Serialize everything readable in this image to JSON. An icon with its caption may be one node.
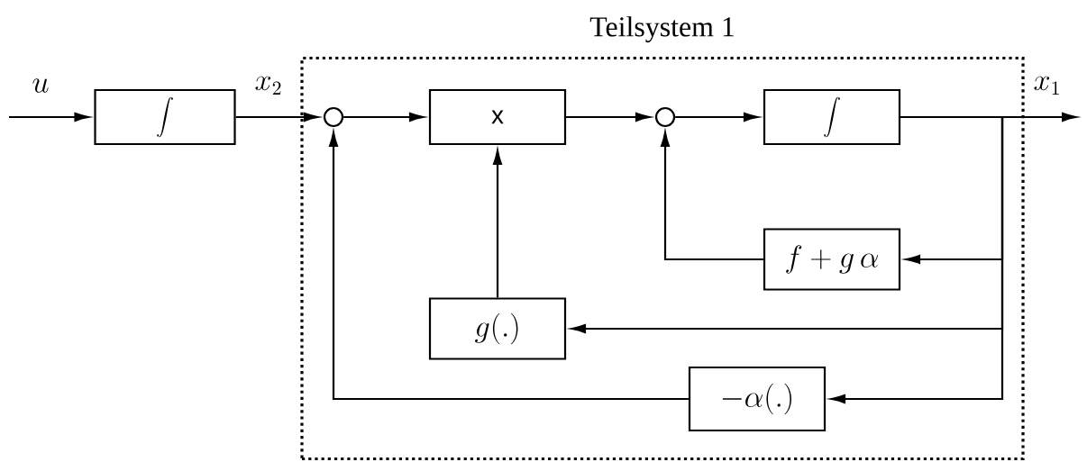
{
  "diagram": {
    "nodes": [
      {
        "text": [
          "Teilsystem 1"
        ]
      },
      {
        "text": [
          "\\int"
        ]
      },
      {
        "text": [],
        "shape": "circle",
        "in": 0
      },
      {
        "text": [
          "x"
        ],
        "in": 0
      },
      {
        "text": [],
        "shape": "circle",
        "in": 0
      },
      {
        "text": [
          "\\int"
        ],
        "in": 0
      },
      {
        "text": [
          "f + g\\,\\alpha"
        ],
        "in": 0
      },
      {
        "text": [
          "g(.)"
        ],
        "in": 0
      },
      {
        "text": [
          "-\\alpha(.)"
        ],
        "in": 0
      }
    ],
    "edges": [
      {
        "from": null,
        "to": 1,
        "arrow": "to",
        "label": "u"
      },
      {
        "from": 1,
        "to": 2,
        "arrow": "to",
        "label": "x_2"
      },
      {
        "from": 2,
        "to": 3,
        "arrow": "to"
      },
      {
        "from": 3,
        "to": 4,
        "arrow": "to"
      },
      {
        "from": 4,
        "to": 5,
        "arrow": "to"
      },
      {
        "from": 5,
        "to": null,
        "arrow": "to",
        "label": "x_1"
      },
      {
        "from": 5,
        "to": 6,
        "arrow": "to"
      },
      {
        "from": 5,
        "to": 7,
        "arrow": "to"
      },
      {
        "from": 5,
        "to": 8,
        "arrow": "to"
      },
      {
        "from": 6,
        "to": 4,
        "arrow": "to"
      },
      {
        "from": 7,
        "to": 3,
        "arrow": "to"
      },
      {
        "from": 8,
        "to": 2,
        "arrow": "to"
      }
    ]
  }
}
